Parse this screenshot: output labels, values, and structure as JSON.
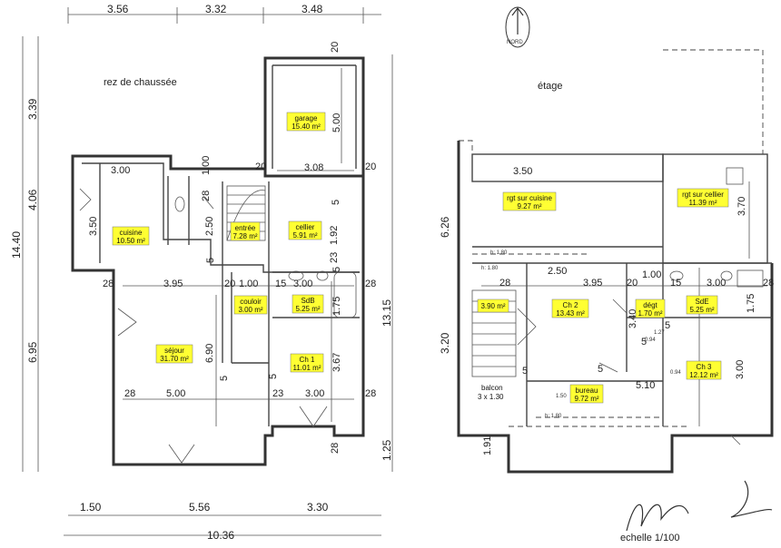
{
  "titles": {
    "ground": "rez de chaussée",
    "upper": "étage",
    "north": "NORD",
    "scale": "echelle 1/100"
  },
  "ground_rooms": [
    {
      "name": "garage",
      "area": "15.40 m²"
    },
    {
      "name": "cuisine",
      "area": "10.50 m²"
    },
    {
      "name": "entrée",
      "area": "7.28 m²"
    },
    {
      "name": "cellier",
      "area": "5.91 m²"
    },
    {
      "name": "couloir",
      "area": "3.00 m²"
    },
    {
      "name": "SdB",
      "area": "5.25 m²"
    },
    {
      "name": "séjour",
      "area": "31.70 m²"
    },
    {
      "name": "Ch 1",
      "area": "11.01 m²"
    }
  ],
  "upper_rooms": [
    {
      "name": "rgt sur cuisine",
      "area": "9.27 m²"
    },
    {
      "name": "rgt sur cellier",
      "area": "11.39 m²"
    },
    {
      "name": "",
      "area": "3.90 m²"
    },
    {
      "name": "Ch 2",
      "area": "13.43 m²"
    },
    {
      "name": "dégt",
      "area": "1.70 m²"
    },
    {
      "name": "SdE",
      "area": "5.25 m²"
    },
    {
      "name": "bureau",
      "area": "9.72 m²"
    },
    {
      "name": "Ch 3",
      "area": "12.12 m²"
    }
  ],
  "dims_top": [
    "3.56",
    "3.32",
    "3.48"
  ],
  "dims_bottom": [
    "1.50",
    "5.56",
    "3.30"
  ],
  "dim_total_bottom": "10.36",
  "dims_left": [
    "3.39",
    "4.06",
    "6.95"
  ],
  "dim_total_left": "14.40",
  "dim_right_ground": "13.15",
  "dim_right_ground_lower": "1.25",
  "dims_upper_left": [
    "6.26",
    "3.20"
  ],
  "ground_inner_dims": [
    "3.00",
    "1.00",
    "5.00",
    "3.08",
    "3.50",
    "2.50",
    "1.92",
    "3.95",
    "1.00",
    "3.00",
    "6.90",
    "5.00",
    "3.00",
    "3.67",
    "1.75"
  ],
  "ground_wall_marks": [
    "20",
    "20",
    "20",
    "28",
    "28",
    "28",
    "28",
    "28",
    "28",
    "20",
    "15",
    "23",
    "23",
    "5",
    "5",
    "5",
    "5",
    "5"
  ],
  "upper_inner_dims": [
    "3.50",
    "3.70",
    "2.50",
    "3.95",
    "1.00",
    "3.00",
    "3.40",
    "1.75",
    "5.10",
    "3.00",
    "1.91"
  ],
  "upper_wall_marks": [
    "28",
    "20",
    "15",
    "28",
    "5",
    "5",
    "5",
    "5"
  ],
  "upper_heights": [
    "h: 1.80",
    "h: 1.80",
    "h: 1.80",
    "1.50",
    "0.94",
    "0.94",
    "1.27"
  ],
  "balcony": {
    "name": "balcon",
    "size": "3 x 1.30"
  }
}
